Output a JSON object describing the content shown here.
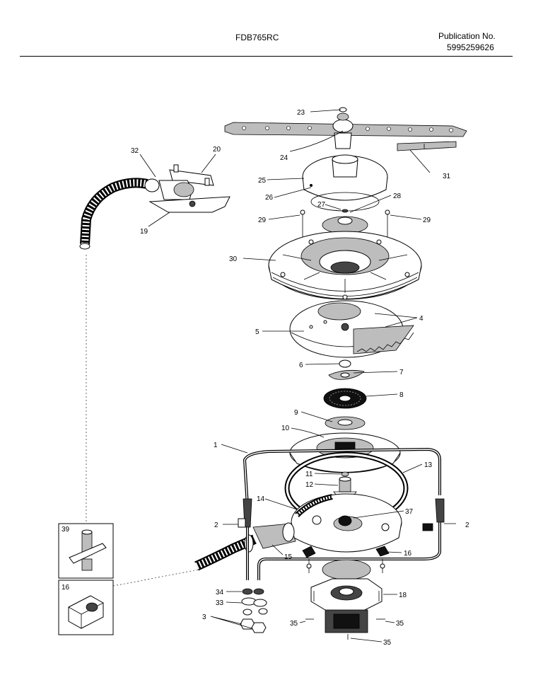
{
  "header": {
    "model": "FDB765RC",
    "publication_label": "Publication No.",
    "publication_number": "5995259626"
  },
  "callouts": {
    "c1": "1",
    "c2a": "2",
    "c2b": "2",
    "c3": "3",
    "c4": "4",
    "c5": "5",
    "c6": "6",
    "c7": "7",
    "c8": "8",
    "c9": "9",
    "c10": "10",
    "c11": "11",
    "c12": "12",
    "c13": "13",
    "c14": "14",
    "c15": "15",
    "c16a": "16",
    "c16b": "16",
    "c18": "18",
    "c19": "19",
    "c20": "20",
    "c23": "23",
    "c24": "24",
    "c25": "25",
    "c26": "26",
    "c27": "27",
    "c28": "28",
    "c29a": "29",
    "c29b": "29",
    "c30": "30",
    "c31": "31",
    "c32": "32",
    "c33": "33",
    "c34": "34",
    "c35a": "35",
    "c35b": "35",
    "c35c": "35",
    "c37": "37",
    "c39": "39"
  }
}
